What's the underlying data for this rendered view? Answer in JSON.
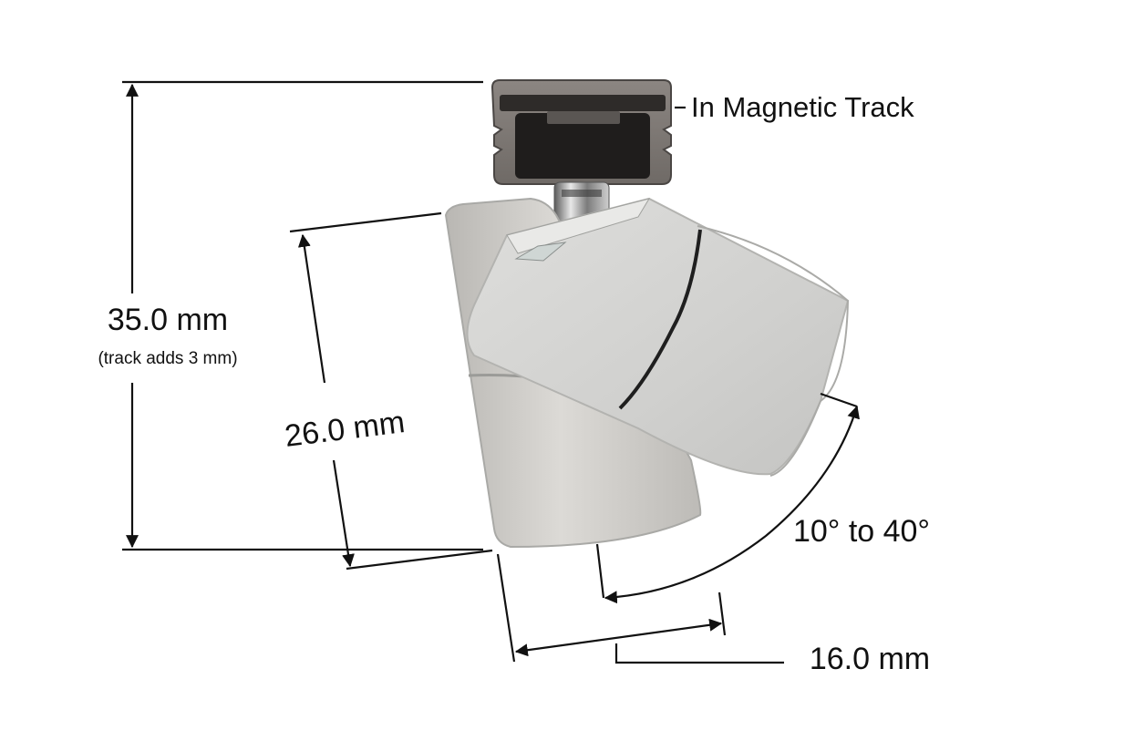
{
  "labels": {
    "track": "In Magnetic Track",
    "height_total": "35.0 mm",
    "height_note": "(track adds 3 mm)",
    "height_head": "26.0 mm",
    "width_head": "16.0 mm",
    "tilt_range": "10° to 40°"
  },
  "colors": {
    "dimension_line": "#111111",
    "fixture_body": "#d3d3d1",
    "fixture_shadow": "#a9a9a6",
    "track_housing": "#7d7874",
    "track_dark": "#2a2725"
  }
}
